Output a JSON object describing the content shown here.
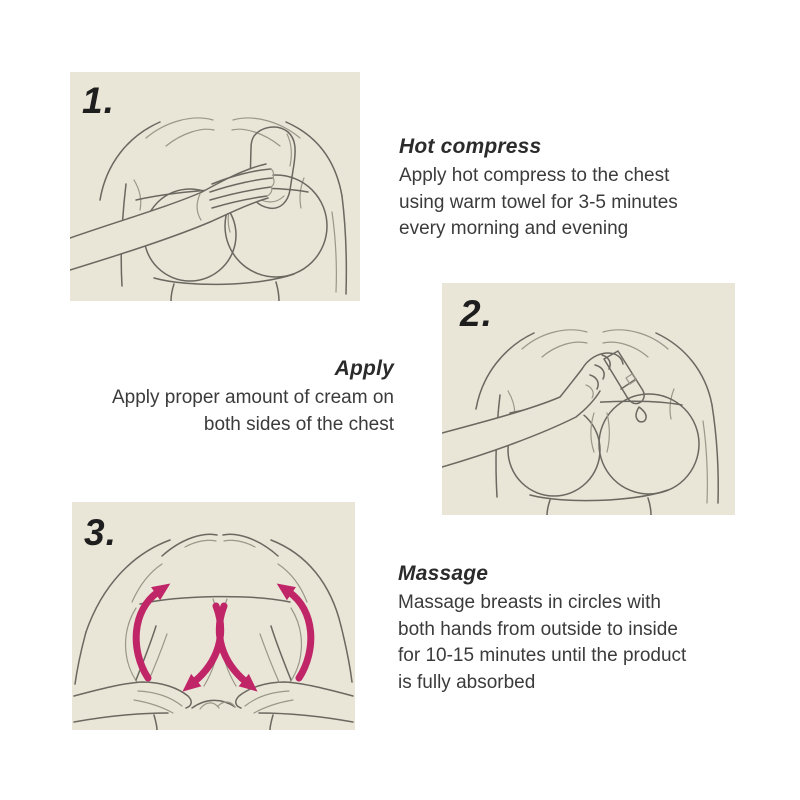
{
  "palette": {
    "page_bg": "#ffffff",
    "panel_bg": "#e9e5d7",
    "line": "#6a6860",
    "line_light": "#9a9789",
    "heading_text": "#2b2b2b",
    "body_text": "#3b3b3b",
    "number_text": "#1e1e1e",
    "arrow": "#c02568"
  },
  "steps": [
    {
      "number": "1.",
      "title": "Hot compress",
      "description": "Apply hot compress to the chest\nusing warm towel for 3-5 minutes\nevery morning and evening",
      "illustration": "torso-with-warm-towel"
    },
    {
      "number": "2.",
      "title": "Apply",
      "description": "Apply proper amount of cream on\nboth sides of the chest",
      "illustration": "hand-squeezing-cream-tube"
    },
    {
      "number": "3.",
      "title": "Massage",
      "description": "Massage breasts in circles with\nboth hands from outside to inside\nfor 10-15 minutes until the product\nis fully absorbed",
      "illustration": "circular-massage-with-arrows"
    }
  ]
}
